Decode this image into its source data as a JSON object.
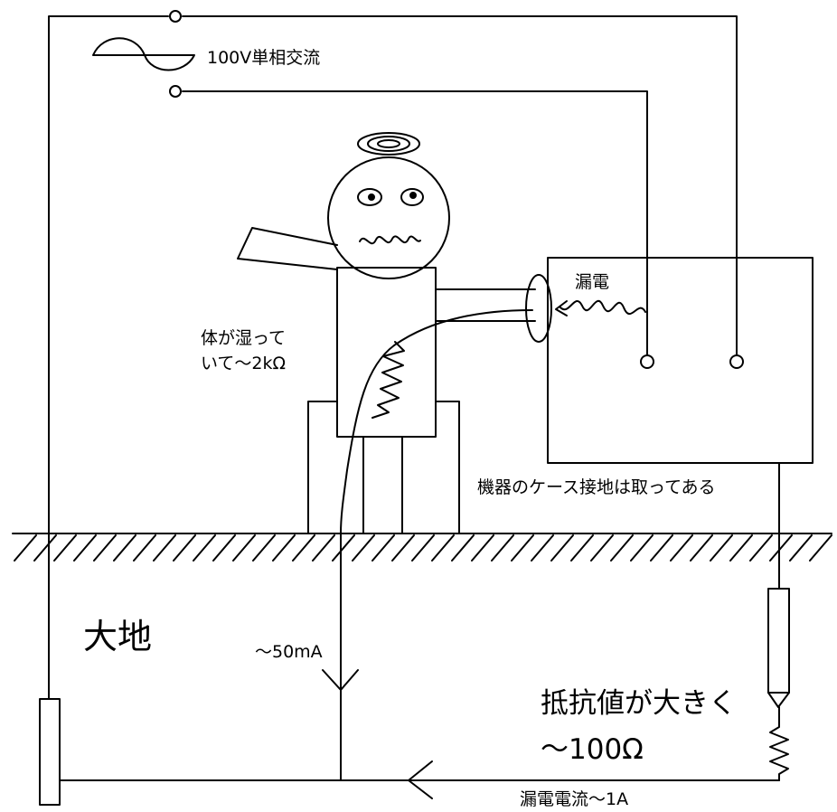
{
  "labels": {
    "source": "100V単相交流",
    "leakage": "漏電",
    "body_resistance": "体が湿って\nいて〜2kΩ",
    "case_ground": "機器のケース接地は取ってある",
    "earth": "大地",
    "body_current": "〜50mA",
    "ground_resistance_1": "抵抗値が大きく",
    "ground_resistance_2": "〜100Ω",
    "leak_current": "漏電電流〜1A"
  },
  "colors": {
    "line": "#000000",
    "background": "#ffffff"
  }
}
